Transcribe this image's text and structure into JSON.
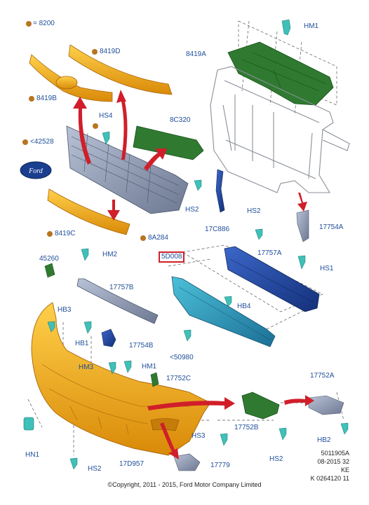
{
  "legend": {
    "equals_label": "= 8200"
  },
  "colors": {
    "label": "#1f4e9a",
    "orange": "#f0a418",
    "green": "#2f7a30",
    "blue": "#1f4fa8",
    "teal": "#2a9bb2",
    "grey": "#8e9aad",
    "red": "#d01f2a",
    "dot": "#b8741f"
  },
  "labels": {
    "hm1_top": "HM1",
    "p8419A": "8419A",
    "p8419D": "8419D",
    "p8419B": "8419B",
    "hs4": "HS4",
    "p8C320": "8C320",
    "p42528": "<42528",
    "hs2_a": "HS2",
    "p17C886": "17C886",
    "p8419C": "8419C",
    "p8A284": "8A284",
    "hs2_b": "HS2",
    "p17754A": "17754A",
    "hs1": "HS1",
    "p45260": "45260",
    "hm2": "HM2",
    "p5D008": "5D008",
    "p17757A": "17757A",
    "p17757B": "17757B",
    "hb4": "HB4",
    "hb3": "HB3",
    "hb1": "HB1",
    "p17754B": "17754B",
    "p50980": "<50980",
    "hm3": "HM3",
    "hm1_b": "HM1",
    "p17752C": "17752C",
    "p17752A": "17752A",
    "hn1": "HN1",
    "hs3": "HS3",
    "p17752B": "17752B",
    "hb2": "HB2",
    "hs2_c": "HS2",
    "hs2_d": "HS2",
    "p17D957": "17D957",
    "p17779": "17779"
  },
  "meta": {
    "line1": "5011905A",
    "line2": "08-2015 32",
    "line3": "KE",
    "line4": "K 0264120 11"
  },
  "copyright": "©Copyright, 2011 - 2015, Ford Motor Company Limited"
}
